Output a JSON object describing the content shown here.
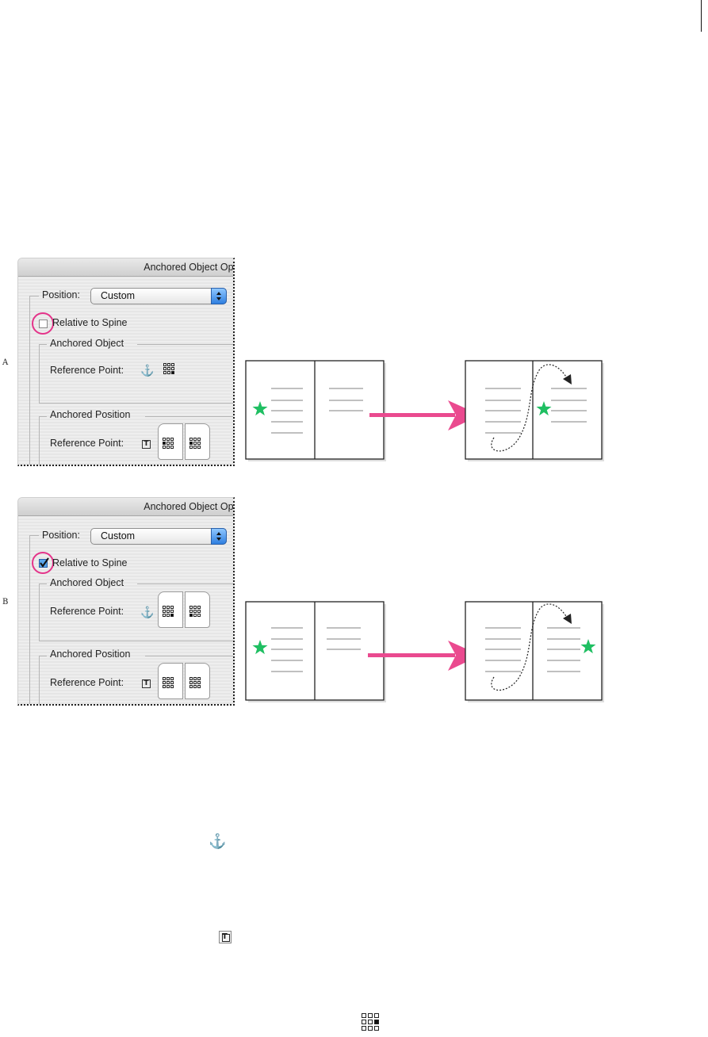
{
  "panels": [
    {
      "label": "A",
      "dialog": {
        "title": "Anchored Object Opt",
        "position_label": "Position:",
        "position_value": "Custom",
        "relative_to_spine_label": "Relative to Spine",
        "relative_to_spine_checked": false,
        "anchored_object_header": "Anchored Object",
        "anchored_object_ref_label": "Reference Point:",
        "anchored_position_header": "Anchored Position",
        "anchored_position_ref_label": "Reference Point:"
      }
    },
    {
      "label": "B",
      "dialog": {
        "title": "Anchored Object Opt",
        "position_label": "Position:",
        "position_value": "Custom",
        "relative_to_spine_label": "Relative to Spine",
        "relative_to_spine_checked": true,
        "anchored_object_header": "Anchored Object",
        "anchored_object_ref_label": "Reference Point:",
        "anchored_position_header": "Anchored Position",
        "anchored_position_ref_label": "Reference Point:"
      }
    }
  ],
  "icons": {
    "anchor": "anchor-icon",
    "text_frame": "text-frame-icon",
    "reference_grid": "reference-point-grid-icon",
    "star": "star-icon",
    "arrow": "pink-arrow-icon"
  },
  "colors": {
    "star": "#1fbf62",
    "arrow": "#ea4a8f",
    "highlight_ring": "#e4348a",
    "checkbox_checked": "#5aa6ea",
    "popup_arrows": "#2f7fe0"
  }
}
